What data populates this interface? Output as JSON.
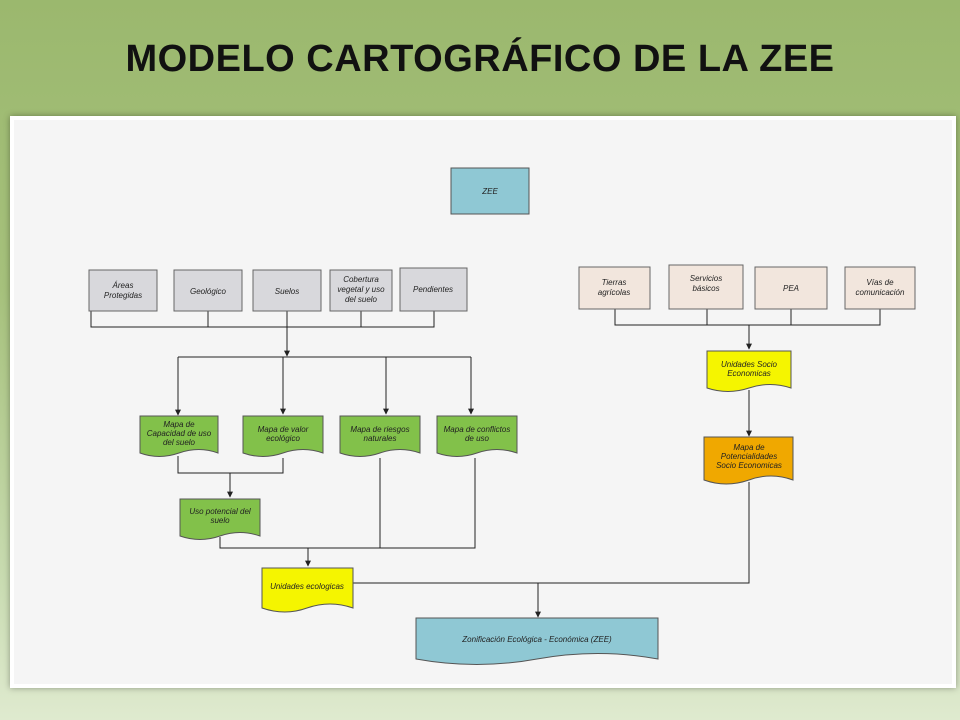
{
  "title": "MODELO CARTOGRÁFICO DE LA ZEE",
  "diagram": {
    "root": "ZEE",
    "physical_inputs": [
      [
        "Áreas",
        "Protegidas"
      ],
      [
        "Geológico"
      ],
      [
        "Suelos"
      ],
      [
        "Cobertura",
        "vegetal y uso",
        "del suelo"
      ],
      [
        "Pendientes"
      ]
    ],
    "physical_maps": [
      [
        "Mapa de",
        "Capacidad de uso",
        "del suelo"
      ],
      [
        "Mapa de valor",
        "ecológico"
      ],
      [
        "Mapa de riesgos",
        "naturales"
      ],
      [
        "Mapa de conflictos",
        "de uso"
      ]
    ],
    "potential_use": [
      "Uso potencial del",
      "suelo"
    ],
    "ecological_units": [
      "Unidades ecologicas"
    ],
    "socio_inputs": [
      [
        "Tierras",
        "agrícolas"
      ],
      [
        "Servicios",
        "básicos"
      ],
      [
        "PEA"
      ],
      [
        "Vías de",
        "comunicación"
      ]
    ],
    "socio_units": [
      "Unidades Socio",
      "Economicas"
    ],
    "potentiality_map": [
      "Mapa de",
      "Potencialidades",
      "Socio Economicas"
    ],
    "result": [
      "Zonificación Ecológica - Económica (ZEE)"
    ],
    "colors": {
      "root": "#8fc8d4",
      "physical_input": "#d8d8dc",
      "socio_input": "#f2e6dd",
      "green_doc": "#82c14a",
      "yellow_doc": "#f5f500",
      "orange_doc": "#f0a800",
      "result_doc": "#8fc8d4"
    }
  }
}
